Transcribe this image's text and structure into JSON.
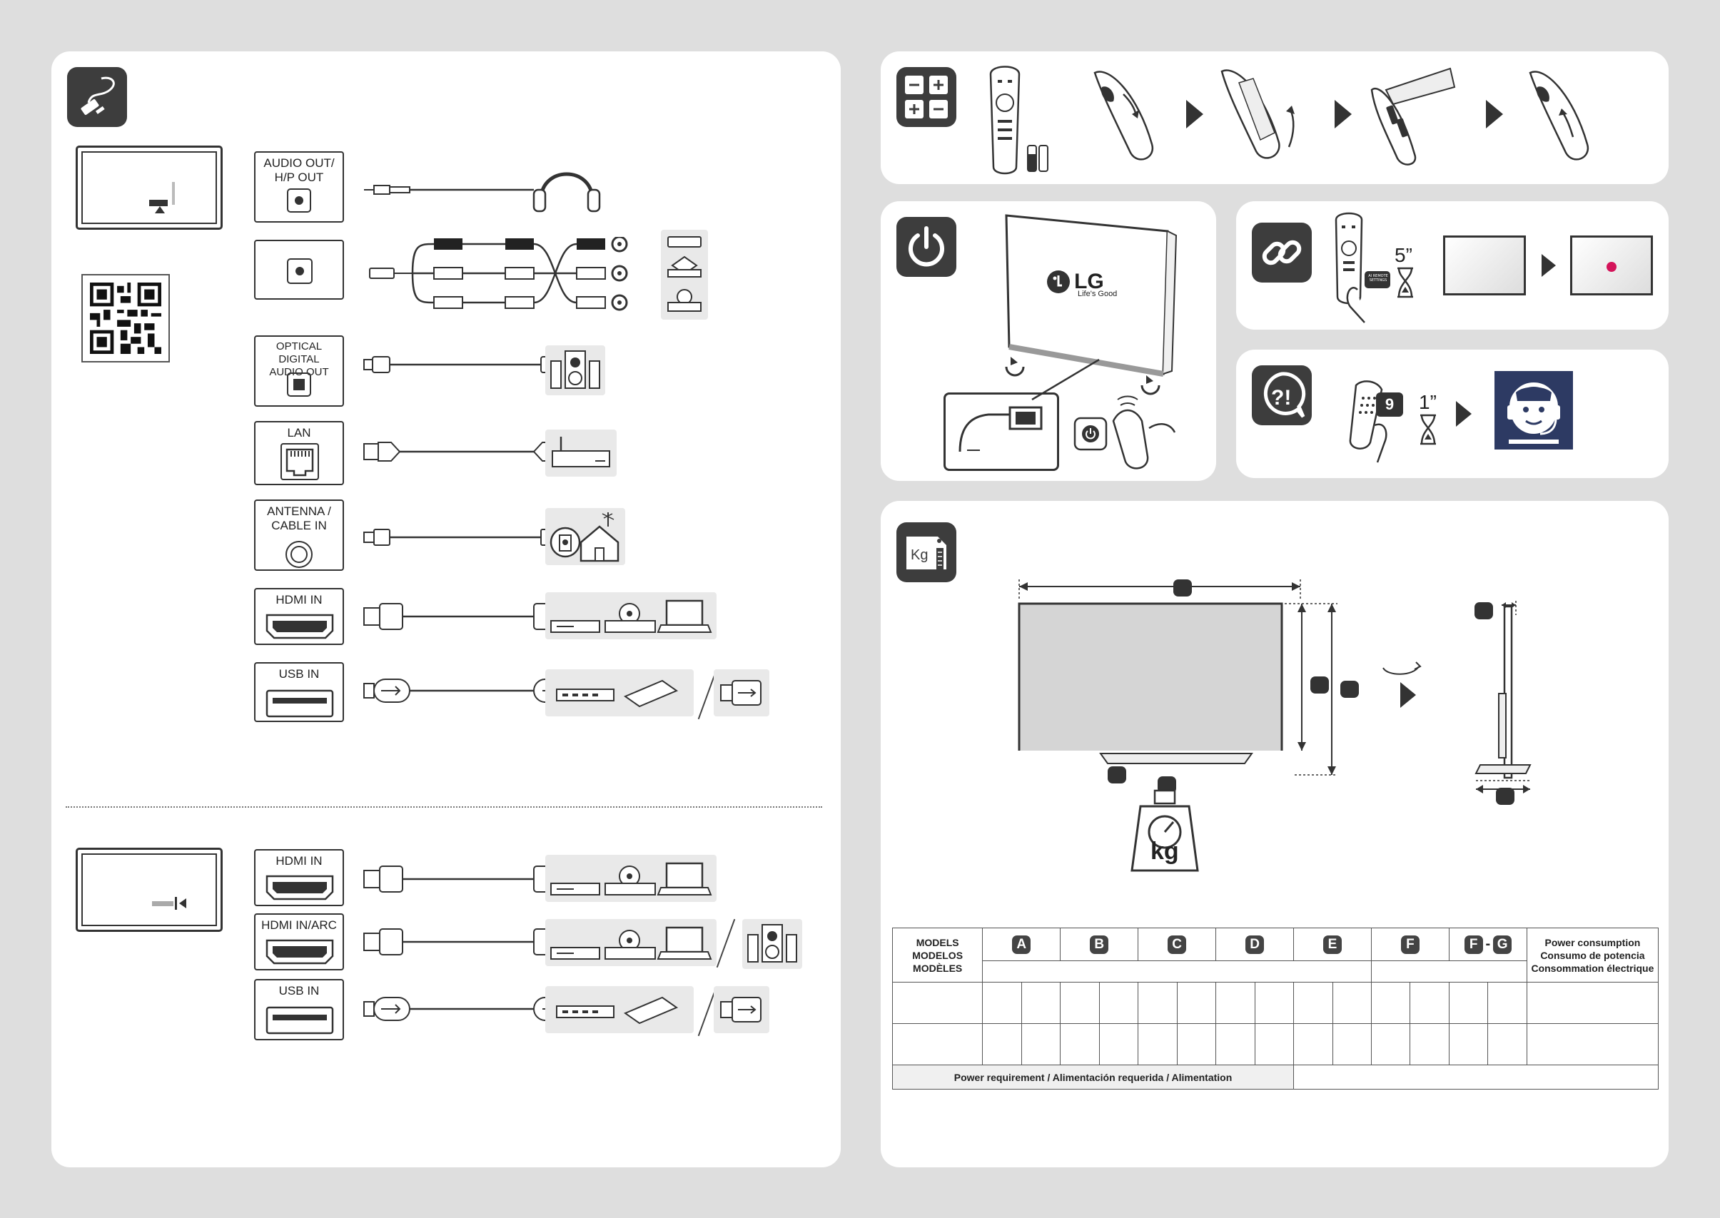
{
  "ports_top": [
    {
      "id": "audio-out",
      "label": "AUDIO OUT/\nH/P OUT"
    },
    {
      "id": "av",
      "label": ""
    },
    {
      "id": "optical",
      "label": "OPTICAL DIGITAL\nAUDIO OUT"
    },
    {
      "id": "lan",
      "label": "LAN"
    },
    {
      "id": "antenna",
      "label": "ANTENNA /\nCABLE IN"
    },
    {
      "id": "hdmi",
      "label": "HDMI IN"
    },
    {
      "id": "usb",
      "label": "USB IN"
    }
  ],
  "ports_bottom": [
    {
      "id": "hdmi",
      "label": "HDMI IN"
    },
    {
      "id": "hdmi-arc",
      "label": "HDMI IN/ARC"
    },
    {
      "id": "usb",
      "label": "USB IN"
    }
  ],
  "timers": {
    "pair_seconds": "5”",
    "help_seconds": "1”"
  },
  "help_key": "9",
  "logo": {
    "brand": "LG",
    "tagline": "Life's Good"
  },
  "scale_unit": "kg",
  "remote_btn": "AI REMOTE\nSETTINGS",
  "spec_table": {
    "models_label": "MODELS\nMODELOS\nMODÈLES",
    "columns": [
      "A",
      "B",
      "C",
      "D",
      "E",
      "F"
    ],
    "fg": {
      "left": "F",
      "sep": "-",
      "right": "G"
    },
    "power_label": "Power consumption\nConsumo de potencia\nConsommation électrique",
    "requirement_label": "Power requirement / Alimentación requerida / Alimentation"
  },
  "colors": {
    "icon_bg": "#3d3d3d",
    "panel": "#ffffff",
    "page": "#dedede",
    "device_bg": "#e9e9e9",
    "support_bg": "#2d3a63"
  }
}
